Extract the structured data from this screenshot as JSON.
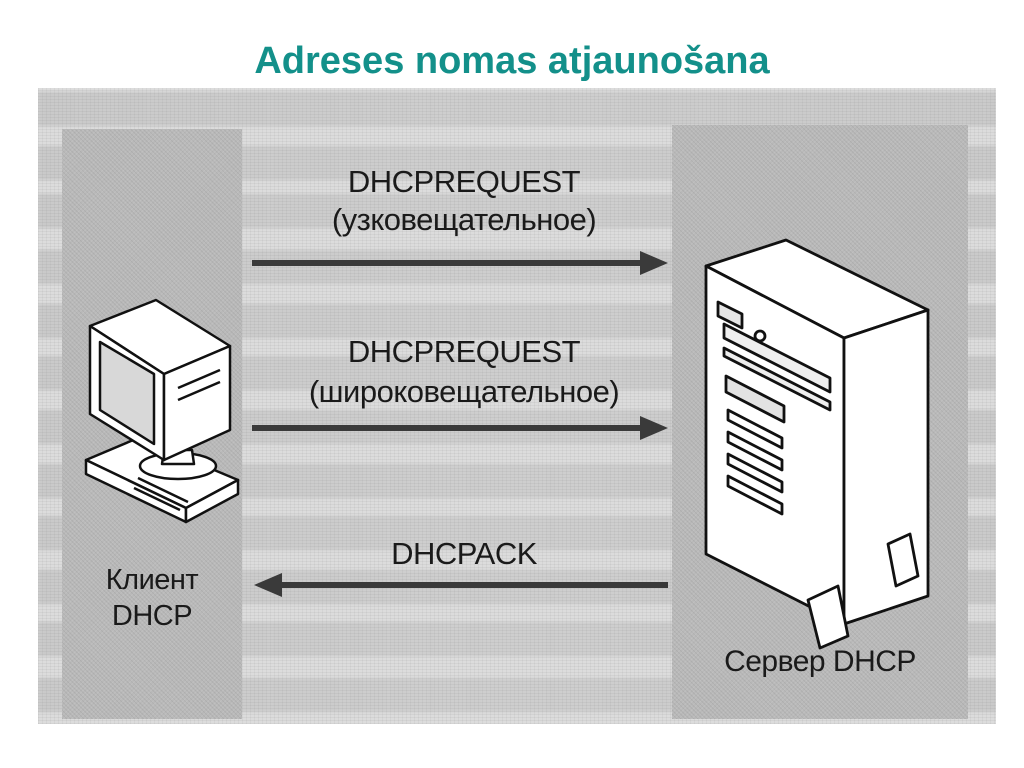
{
  "title": "Adreses nomas atjaunošana",
  "diagram": {
    "client_label_line1": "Клиент",
    "client_label_line2": "DHCP",
    "server_label": "Сервер DHCP",
    "messages": [
      {
        "name": "DHCPREQUEST",
        "kind": "(узковещательное)",
        "direction": "client-to-server"
      },
      {
        "name": "DHCPREQUEST",
        "kind": "(широковещательное)",
        "direction": "client-to-server"
      },
      {
        "name": "DHCPACK",
        "kind": "",
        "direction": "server-to-client"
      }
    ]
  },
  "colors": {
    "title": "#13908a",
    "panel": "#b9b9b9",
    "background": "#dcdcdc",
    "arrow": "#3a3a3a"
  }
}
